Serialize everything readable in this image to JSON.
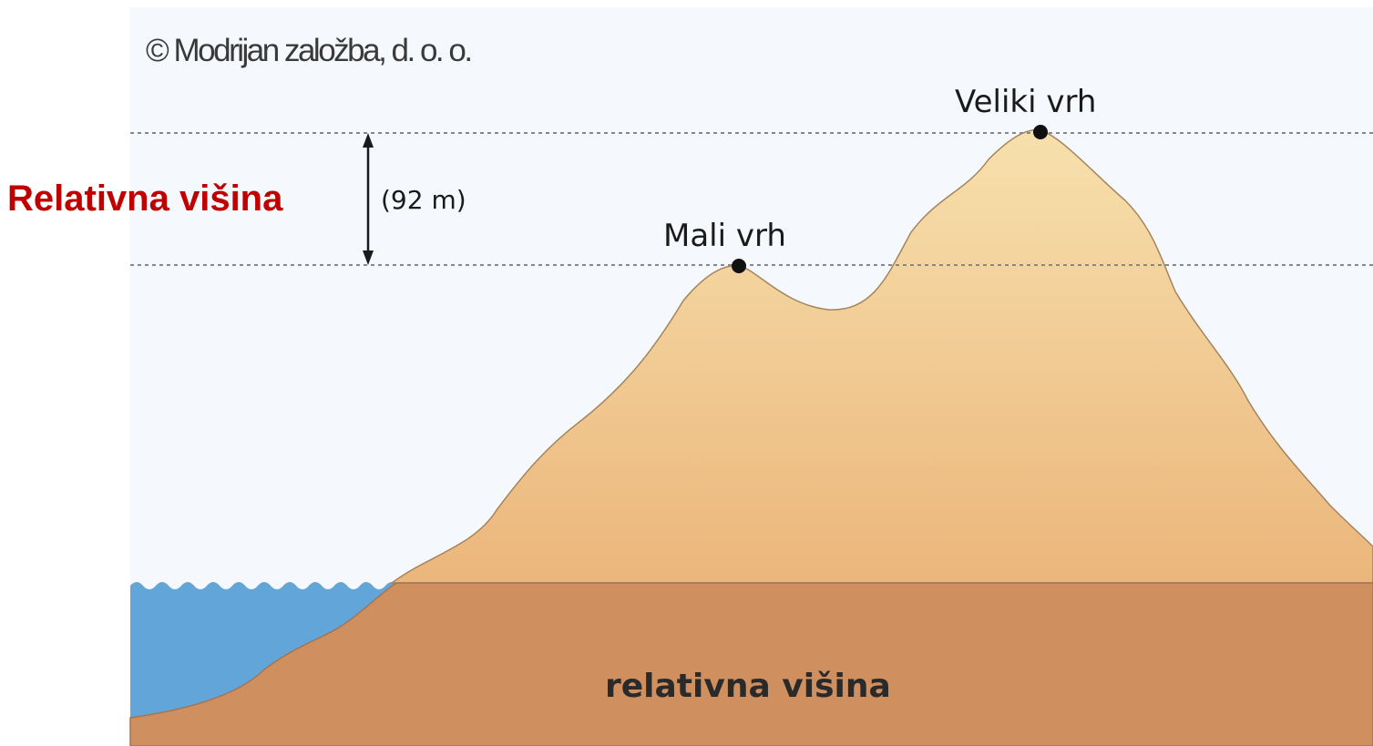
{
  "copyright": "© Modrijan založba, d. o. o.",
  "title_label": "Relativna višina",
  "measurement": "(92 m)",
  "peaks": {
    "high": "Veliki vrh",
    "low": "Mali vrh"
  },
  "base_label": "relativna višina",
  "colors": {
    "sky": "#f5f9fd",
    "mountain_top": "#f6dca6",
    "mountain_bottom": "#eab77c",
    "base": "#cf8f5f",
    "water": "#62a6d9",
    "title_red": "#c00000",
    "guide_line": "#888888"
  }
}
